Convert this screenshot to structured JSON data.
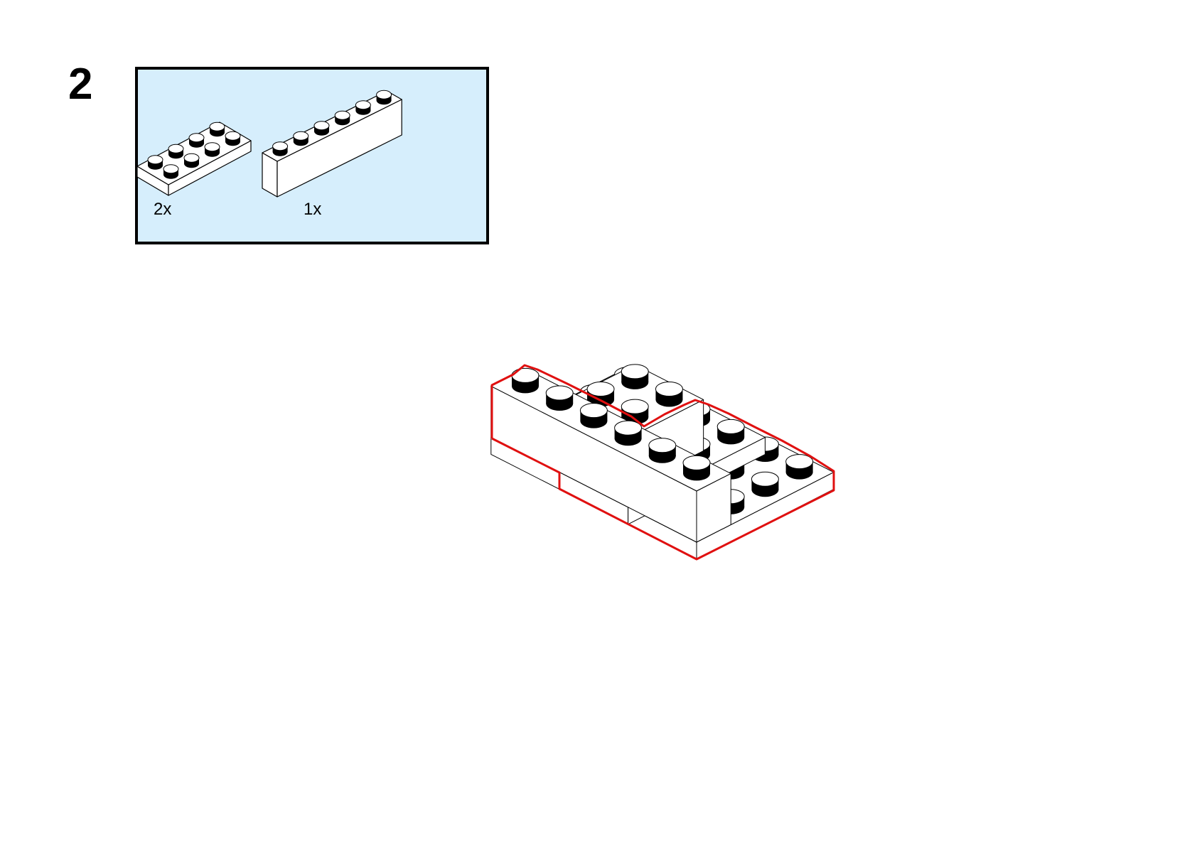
{
  "step": {
    "number": "2"
  },
  "parts_list": {
    "items": [
      {
        "part": "plate-2x4",
        "qty": "2x"
      },
      {
        "part": "brick-1x6",
        "qty": "1x"
      }
    ],
    "background_color": "#d6eefc"
  },
  "model": {
    "new_parts_outline_color": "#e01010",
    "brick_color": "#ffffff"
  }
}
